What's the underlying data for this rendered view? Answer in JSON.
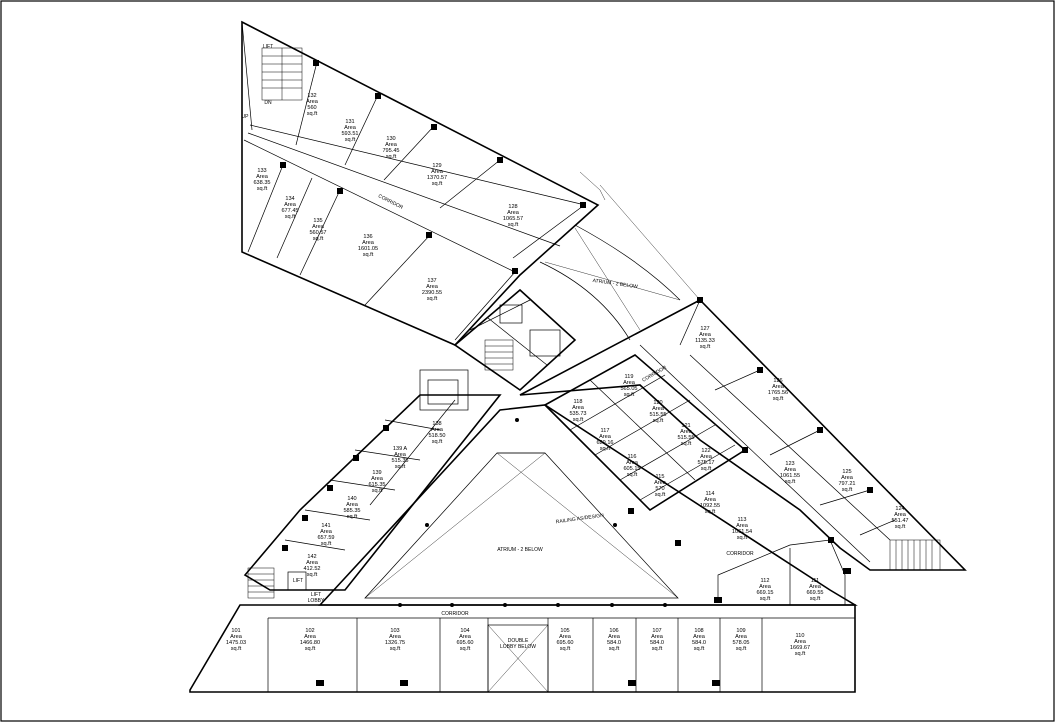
{
  "plan": {
    "rooms": [
      {
        "id": "r101",
        "lines": [
          "101",
          "Area",
          "1475.03",
          "sq.ft"
        ]
      },
      {
        "id": "r102",
        "lines": [
          "102",
          "Area",
          "1466.80",
          "sq.ft"
        ]
      },
      {
        "id": "r103",
        "lines": [
          "103",
          "Area",
          "1326.75",
          "sq.ft"
        ]
      },
      {
        "id": "r104",
        "lines": [
          "104",
          "Area",
          "695.60",
          "sq.ft"
        ]
      },
      {
        "id": "r105",
        "lines": [
          "105",
          "Area",
          "695.60",
          "sq.ft"
        ]
      },
      {
        "id": "r106",
        "lines": [
          "106",
          "Area",
          "584.0",
          "sq.ft"
        ]
      },
      {
        "id": "r107",
        "lines": [
          "107",
          "Area",
          "584.0",
          "sq.ft"
        ]
      },
      {
        "id": "r108",
        "lines": [
          "108",
          "Area",
          "584.0",
          "sq.ft"
        ]
      },
      {
        "id": "r109",
        "lines": [
          "109",
          "Area",
          "578.05",
          "sq.ft"
        ]
      },
      {
        "id": "r110",
        "lines": [
          "110",
          "Area",
          "1669.67",
          "sq.ft"
        ]
      },
      {
        "id": "r111",
        "lines": [
          "111",
          "Area",
          "669.55",
          "sq.ft"
        ]
      },
      {
        "id": "r112",
        "lines": [
          "112",
          "Area",
          "669.15",
          "sq.ft"
        ]
      },
      {
        "id": "r113",
        "lines": [
          "113",
          "Area",
          "1061.54",
          "sq.ft"
        ]
      },
      {
        "id": "r114",
        "lines": [
          "114",
          "Area",
          "1092.55",
          "sq.ft"
        ]
      },
      {
        "id": "r115",
        "lines": [
          "115",
          "Area",
          "570",
          "sq.ft"
        ]
      },
      {
        "id": "r116",
        "lines": [
          "116",
          "Area",
          "605.15",
          "sq.ft"
        ]
      },
      {
        "id": "r117",
        "lines": [
          "117",
          "Area",
          "629.16",
          "sq.ft"
        ]
      },
      {
        "id": "r118",
        "lines": [
          "118",
          "Area",
          "535.73",
          "sq.ft"
        ]
      },
      {
        "id": "r119",
        "lines": [
          "119",
          "Area",
          "565.05",
          "sq.ft"
        ]
      },
      {
        "id": "r120",
        "lines": [
          "120",
          "Area",
          "515.55",
          "sq.ft"
        ]
      },
      {
        "id": "r121",
        "lines": [
          "121",
          "Area",
          "515.55",
          "sq.ft"
        ]
      },
      {
        "id": "r122",
        "lines": [
          "122",
          "Area",
          "575.17",
          "sq.ft"
        ]
      },
      {
        "id": "r123",
        "lines": [
          "123",
          "Area",
          "1061.55",
          "sq.ft"
        ]
      },
      {
        "id": "r124",
        "lines": [
          "124",
          "Area",
          "551.47",
          "sq.ft"
        ]
      },
      {
        "id": "r125",
        "lines": [
          "125",
          "Area",
          "797.21",
          "sq.ft"
        ]
      },
      {
        "id": "r126",
        "lines": [
          "126",
          "Area",
          "1765.56",
          "sq.ft"
        ]
      },
      {
        "id": "r127",
        "lines": [
          "127",
          "Area",
          "1135.33",
          "sq.ft"
        ]
      },
      {
        "id": "r128",
        "lines": [
          "128",
          "Area",
          "1065.57",
          "sq.ft"
        ]
      },
      {
        "id": "r129",
        "lines": [
          "129",
          "Area",
          "1370.57",
          "sq.ft"
        ]
      },
      {
        "id": "r130",
        "lines": [
          "130",
          "Area",
          "795.45",
          "sq.ft"
        ]
      },
      {
        "id": "r131",
        "lines": [
          "131",
          "Area",
          "593.51",
          "sq.ft"
        ]
      },
      {
        "id": "r132",
        "lines": [
          "132",
          "Area",
          "560",
          "sq.ft"
        ]
      },
      {
        "id": "r133",
        "lines": [
          "133",
          "Area",
          "638.35",
          "sq.ft"
        ]
      },
      {
        "id": "r134",
        "lines": [
          "134",
          "Area",
          "677.45",
          "sq.ft"
        ]
      },
      {
        "id": "r135",
        "lines": [
          "135",
          "Area",
          "560.57",
          "sq.ft"
        ]
      },
      {
        "id": "r136",
        "lines": [
          "136",
          "Area",
          "1601.05",
          "sq.ft"
        ]
      },
      {
        "id": "r137",
        "lines": [
          "137",
          "Area",
          "2390.55",
          "sq.ft"
        ]
      },
      {
        "id": "r138",
        "lines": [
          "138",
          "Area",
          "518.50",
          "sq.ft"
        ]
      },
      {
        "id": "r139a",
        "lines": [
          "139 A",
          "Area",
          "515.35",
          "sq.ft"
        ]
      },
      {
        "id": "r139",
        "lines": [
          "139",
          "Area",
          "615.35",
          "sq.ft"
        ]
      },
      {
        "id": "r140",
        "lines": [
          "140",
          "Area",
          "585.35",
          "sq.ft"
        ]
      },
      {
        "id": "r141",
        "lines": [
          "141",
          "Area",
          "657.59",
          "sq.ft"
        ]
      },
      {
        "id": "r142",
        "lines": [
          "142",
          "Area",
          "412.52",
          "sq.ft"
        ]
      }
    ],
    "notes": {
      "atrium_center": "ATRIUM - 2 BELOW",
      "railing": "RAILING AS/DESIGN",
      "atrium_upper": "ATRIUM - 2 BELOW",
      "lobby_below": [
        "DOUBLE",
        "LOBBY BELOW"
      ],
      "corridor_upper": "CORRIDOR",
      "corridor_right": "CORRIDOR",
      "corridor_right2": "CORRIDOR",
      "corridor_lower": "CORRIDOR",
      "lift": "LIFT",
      "lift2": "LIFT",
      "lift_lobby": [
        "LIFT",
        "LOBBY"
      ],
      "dn": "DN",
      "up": "UP"
    }
  }
}
